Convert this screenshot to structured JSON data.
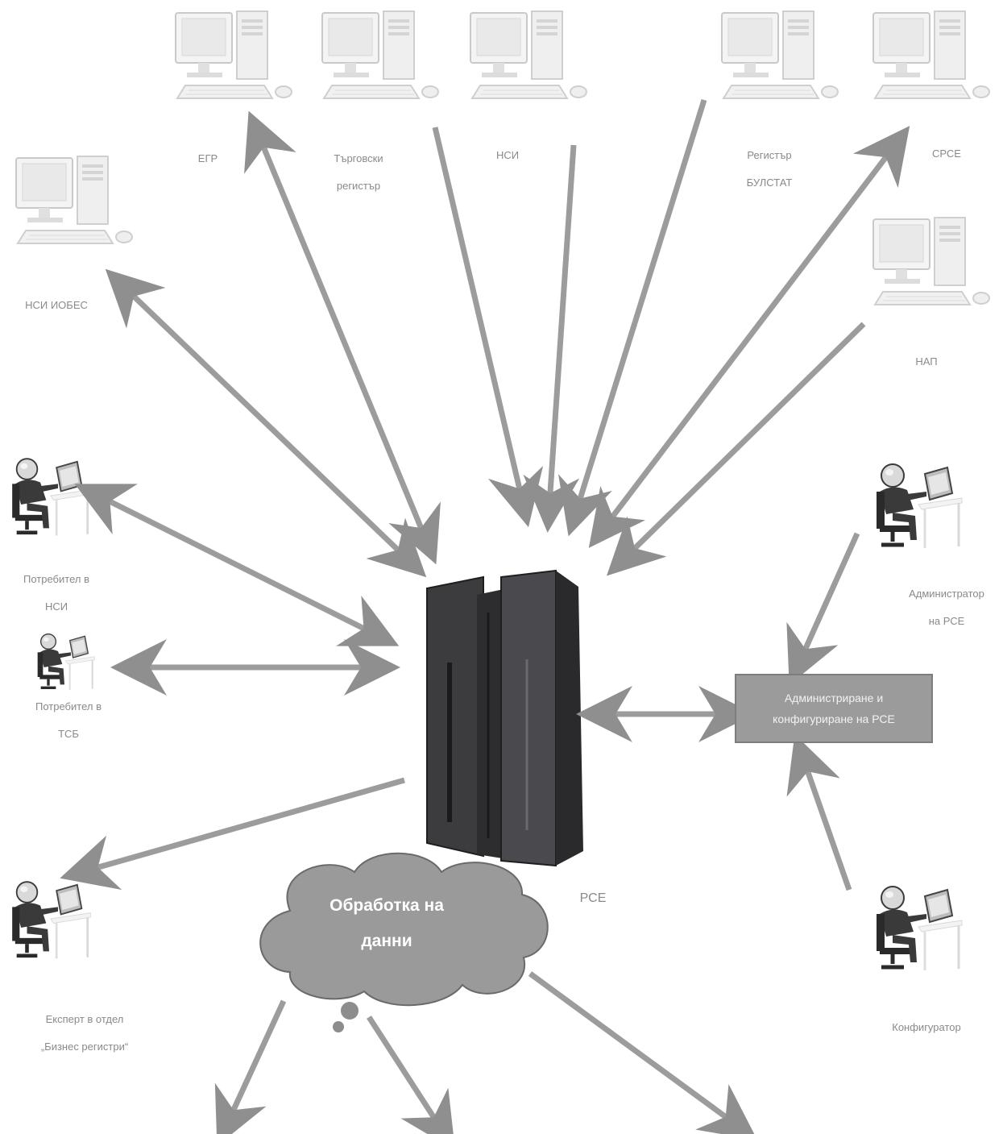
{
  "computers": {
    "egr": "ЕГР",
    "trade_register_line1": "Търговски",
    "trade_register_line2": "регистър",
    "nsi": "НСИ",
    "bulstat_line1": "Регистър",
    "bulstat_line2": "БУЛСТАТ",
    "srse": "СРСЕ",
    "nsi_iobes": "НСИ ИОБЕС",
    "nap": "НАП"
  },
  "users": {
    "nsi_user_line1": "Потребител в",
    "nsi_user_line2": "НСИ",
    "tsb_user_line1": "Потребител в",
    "tsb_user_line2": "ТСБ",
    "expert_line1": "Експерт в отдел",
    "expert_line2": "„Бизнес регистри“",
    "admin_line1": "Администратор",
    "admin_line2": "на РСЕ",
    "configurator": "Конфигуратор"
  },
  "server": {
    "label": "РСЕ"
  },
  "admin_box": {
    "line1": "Администриране и",
    "line2": "конфигуриране на РСЕ"
  },
  "cloud": {
    "line1": "Обработка на",
    "line2": "данни"
  },
  "colors": {
    "arrow": "#9c9c9c",
    "arrow_edge": "#7f7f7f",
    "box": "#9b9b9b",
    "cloud": "#9a9a9a"
  }
}
